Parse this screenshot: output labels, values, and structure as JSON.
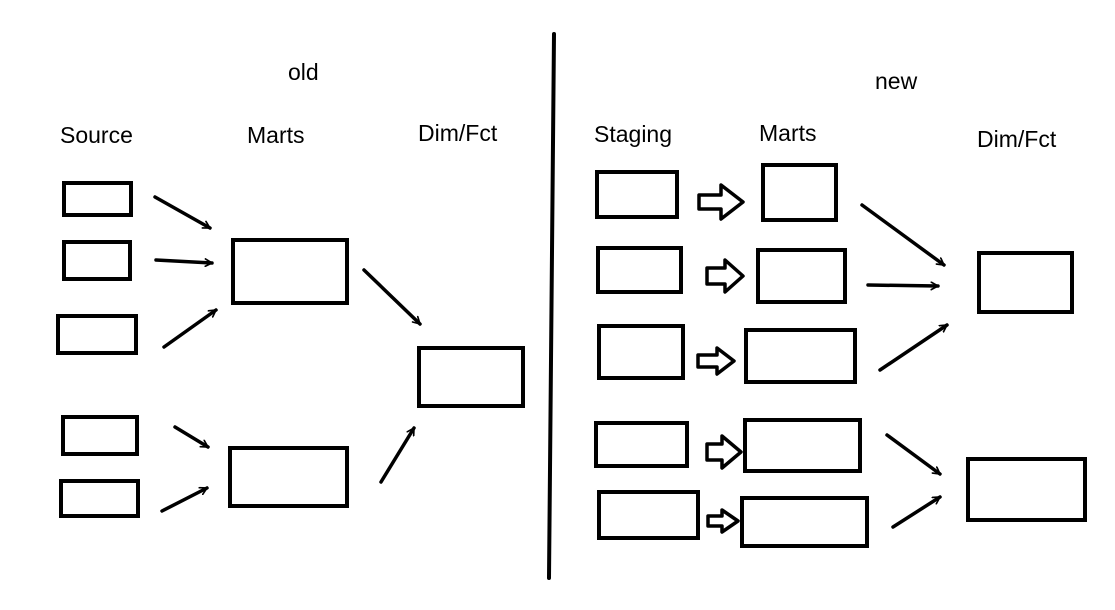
{
  "old": {
    "title": "old",
    "columns": {
      "source": "Source",
      "marts": "Marts",
      "dimfct": "Dim/Fct"
    }
  },
  "new": {
    "title": "new",
    "columns": {
      "staging": "Staging",
      "marts": "Marts",
      "dimfct": "Dim/Fct"
    }
  }
}
